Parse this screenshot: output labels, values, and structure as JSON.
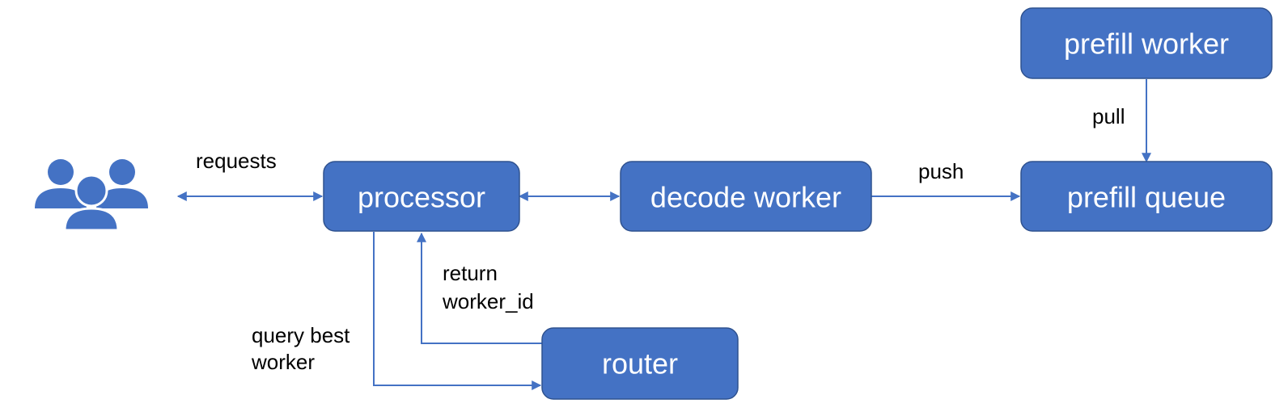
{
  "nodes": {
    "processor": "processor",
    "decode_worker": "decode worker",
    "prefill_queue": "prefill queue",
    "prefill_worker": "prefill worker",
    "router": "router"
  },
  "edges": {
    "requests": "requests",
    "push": "push",
    "pull": "pull",
    "return_line1": "return",
    "return_line2": "worker_id",
    "query_line1": "query best",
    "query_line2": "worker"
  },
  "icons": {
    "users": "users-icon"
  },
  "colors": {
    "node_fill": "#4472c4",
    "node_border": "#2f528f",
    "node_text": "#ffffff",
    "edge": "#4472c4",
    "label_text": "#000000"
  }
}
